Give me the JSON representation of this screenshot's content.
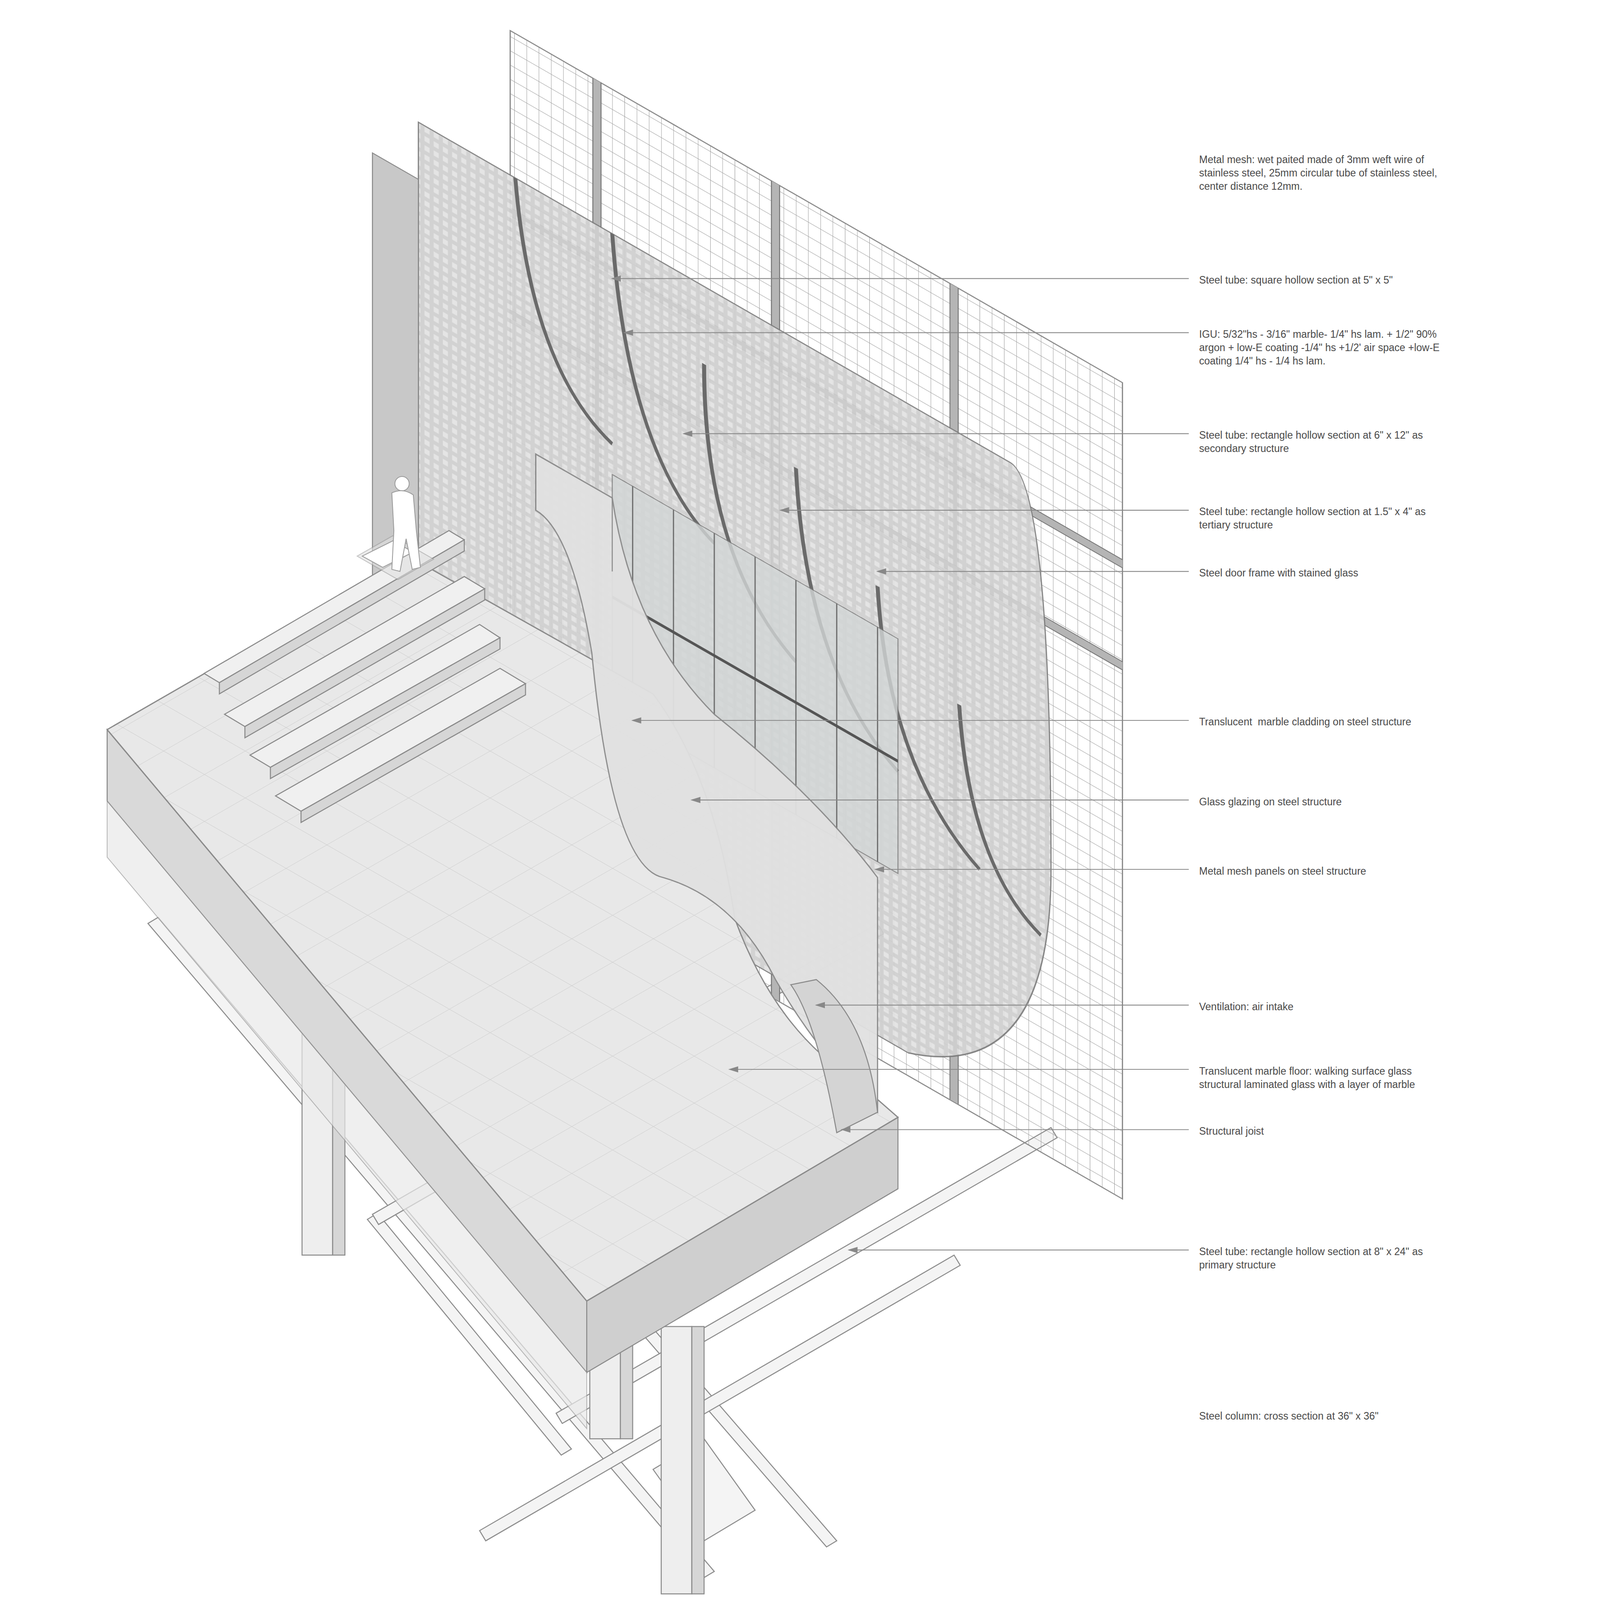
{
  "diagram": {
    "labels": [
      "Metal mesh: wet paited made of 3mm weft wire of stainless steel, 25mm circular tube of stainless steel, center distance 12mm.",
      "Steel tube: square hollow section at 5\" x 5\"",
      "IGU: 5/32\"hs - 3/16\" marble- 1/4\" hs lam. + 1/2\" 90% argon + low-E coating -1/4\" hs +1/2' air space +low-E coating 1/4\" hs - 1/4 hs lam.",
      "Steel tube: rectangle hollow section at 6\" x 12\" as secondary structure",
      "Steel tube: rectangle hollow section at 1.5\" x 4\" as tertiary structure",
      "Steel door frame with stained glass",
      "Translucent  marble cladding on steel structure",
      "Glass glazing on steel structure",
      "Metal mesh panels on steel structure",
      "Ventilation: air intake",
      "Translucent marble floor: walking surface glass structural laminated glass with a layer of marble",
      "Structural joist",
      "Steel tube: rectangle hollow section at 8\" x 24\" as primary structure",
      "Steel column: cross section at 36\" x 36\""
    ]
  }
}
